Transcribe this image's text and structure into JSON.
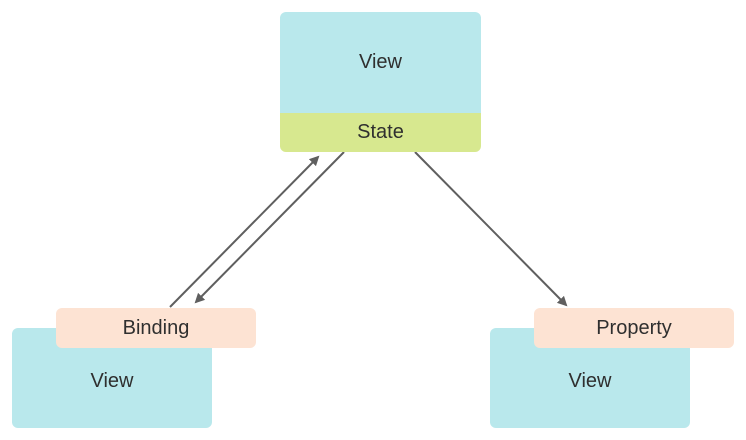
{
  "nodes": {
    "top": {
      "view_label": "View",
      "state_label": "State"
    },
    "bottom_left": {
      "view_label": "View",
      "binding_label": "Binding"
    },
    "bottom_right": {
      "view_label": "View",
      "property_label": "Property"
    }
  },
  "colors": {
    "view": "#b9e8ec",
    "state": "#d7e88f",
    "wrapper": "#fde3d3",
    "arrow": "#5f5f5f"
  }
}
